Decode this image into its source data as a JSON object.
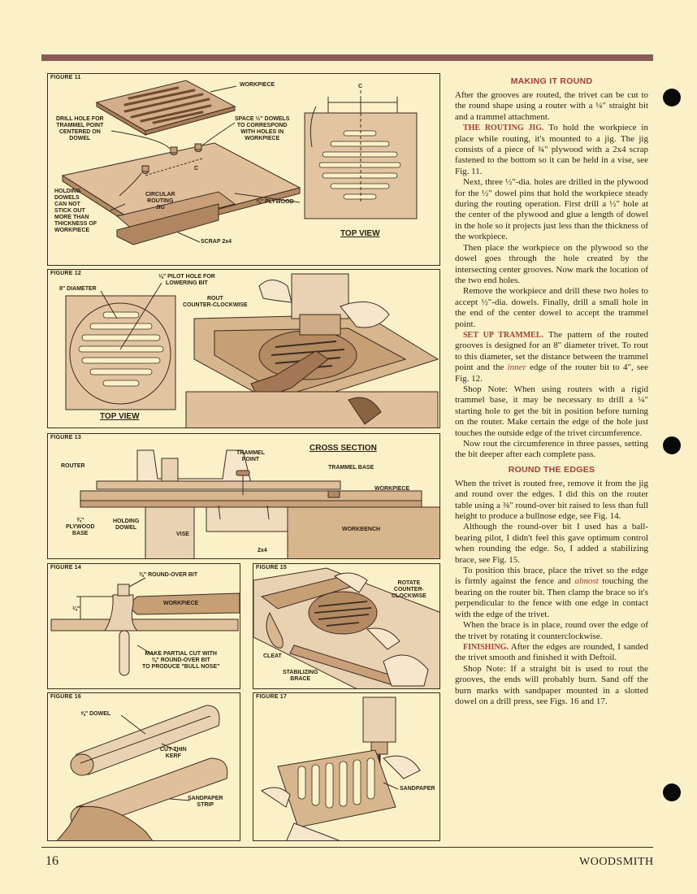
{
  "page": {
    "number": "16",
    "magazine": "WOODSMITH"
  },
  "figures": {
    "fig11": {
      "label": "FIGURE 11",
      "callouts": {
        "workpiece": "WORKPIECE",
        "drill_hole": "DRILL HOLE FOR\nTRAMMEL POINT\nCENTERED ON\nDOWEL",
        "space_dowels": "SPACE ½\" DOWELS\nTO CORRESPOND\nWITH HOLES IN\nWORKPIECE",
        "c1": "C",
        "holding_dowels": "HOLDING\nDOWELS\nCAN NOT\nSTICK OUT\nMORE THAN\nTHICKNESS OF\nWORKPIECE",
        "circular_jig": "CIRCULAR\nROUTING\nJIG",
        "plywood": "¾\" PLYWOOD",
        "scrap": "SCRAP 2x4",
        "c2": "C"
      },
      "top_view": "TOP VIEW"
    },
    "fig12": {
      "label": "FIGURE 12",
      "callouts": {
        "pilot_hole": "⅛\" PILOT HOLE FOR\nLOWERING BIT",
        "diameter": "8\" DIAMETER",
        "rout": "ROUT\nCOUNTER-CLOCKWISE"
      },
      "top_view": "TOP VIEW"
    },
    "fig13": {
      "label": "FIGURE 13",
      "title": "CROSS SECTION",
      "callouts": {
        "router": "ROUTER",
        "trammel_point": "TRAMMEL\nPOINT",
        "trammel_base": "TRAMMEL BASE",
        "workpiece": "WORKPIECE",
        "plywood_base": "¾\"\nPLYWOOD\nBASE",
        "holding_dowel": "HOLDING\nDOWEL",
        "vise": "VISE",
        "twobyfour": "2x4",
        "workbench": "WORKBENCH"
      }
    },
    "fig14": {
      "label": "FIGURE 14",
      "callouts": {
        "roundover": "⅜\" ROUND-OVER BIT",
        "workpiece": "WORKPIECE",
        "quarter": "¼\"",
        "partial_cut": "MAKE PARTIAL CUT WITH\n⅜\" ROUND-OVER BIT\nTO PRODUCE \"BULL NOSE\""
      }
    },
    "fig15": {
      "label": "FIGURE 15",
      "callouts": {
        "rotate": "ROTATE\nCOUNTER-\nCLOCKWISE",
        "cleat": "CLEAT",
        "brace": "STABILIZING\nBRACE"
      }
    },
    "fig16": {
      "label": "FIGURE 16",
      "callouts": {
        "dowel": "⅝\" DOWEL",
        "kerf": "CUT THIN\nKERF",
        "strip": "SANDPAPER\nSTRIP"
      }
    },
    "fig17": {
      "label": "FIGURE 17",
      "callouts": {
        "sandpaper": "SANDPAPER"
      }
    }
  },
  "article": {
    "heading1": "MAKING IT ROUND",
    "p1": "After the grooves are routed, the trivet can be cut to the round shape using a router with a ¼\" straight bit and a trammel attachment.",
    "p2_lead": "THE ROUTING JIG.",
    "p2": " To hold the workpiece in place while routing, it's mounted to a jig. The jig consists of a piece of ¾\" plywood with a 2x4 scrap fastened to the bottom so it can be held in a vise, see Fig. 11.",
    "p3": "Next, three ½\"-dia. holes are drilled in the plywood for the ½\" dowel pins that hold the workpiece steady during the routing operation. First drill a ½\" hole at the center of the plywood and glue a length of dowel in the hole so it projects just less than the thickness of the workpiece.",
    "p4": "Then place the workpiece on the plywood so the dowel goes through the hole created by the intersecting center grooves. Now mark the location of the two end holes.",
    "p5": "Remove the workpiece and drill these two holes to accept ½\"-dia. dowels. Finally, drill a small hole in the end of the center dowel to accept the trammel point.",
    "p6_lead": "SET UP TRAMMEL.",
    "p6a": " The pattern of the routed grooves is designed for an 8\" diameter trivet. To rout to this diameter, set the distance between the trammel point and the ",
    "p6_em": "inner",
    "p6b": " edge of the router bit to 4\", see Fig. 12.",
    "p7": "Shop Note: When using routers with a rigid trammel base, it may be necessary to drill a ¼\" starting hole to get the bit in position before turning on the router. Make certain the edge of the hole just touches the outside edge of the trivet circumference.",
    "p8": "Now rout the circumference in three passes, setting the bit deeper after each complete pass.",
    "heading2": "ROUND THE EDGES",
    "p9": "When the trivet is routed free, remove it from the jig and round over the edges. I did this on the router table using a ⅜\" round-over bit raised to less than full height to produce a bullnose edge, see Fig. 14.",
    "p10": "Although the round-over bit I used has a ball-bearing pilot, I didn't feel this gave optimum control when rounding the edge. So, I added a stabilizing brace, see Fig. 15.",
    "p11a": "To position this brace, place the trivet so the edge is firmly against the fence and ",
    "p11_em": "almost",
    "p11b": " touching the bearing on the router bit. Then clamp the brace so it's perpendicular to the fence with one edge in contact with the edge of the trivet.",
    "p12": "When the brace is in place, round over the edge of the trivet by rotating it counterclockwise.",
    "p13_lead": "FINISHING.",
    "p13": " After the edges are rounded, I sanded the trivet smooth and finished it with Deftoil.",
    "p14": "Shop Note: If a straight bit is used to rout the grooves, the ends will probably burn. Sand off the burn marks with sandpaper mounted in a slotted dowel on a drill press, see Figs. 16 and 17."
  }
}
